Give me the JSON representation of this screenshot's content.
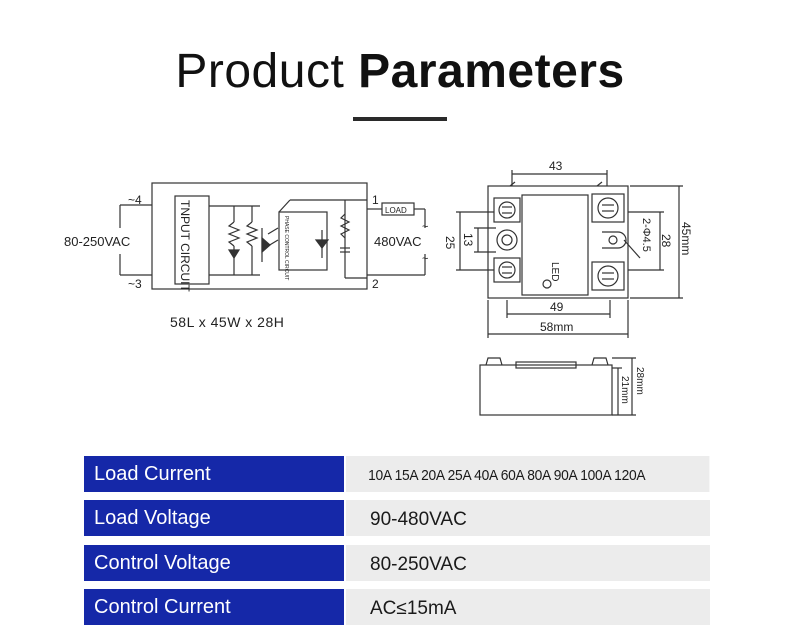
{
  "header": {
    "title_light": "Product",
    "title_bold": "Parameters"
  },
  "circuit": {
    "pin4": "~4",
    "pin3": "~3",
    "pin1": "1",
    "pin2": "2",
    "input_voltage": "80-250VAC",
    "output_voltage": "480VAC",
    "input_block": "TNPUT CIRCUIT",
    "phase_block": "PHASE CONTROL CIRCUIT",
    "load_box": "LOAD",
    "ac_mark_top": "~",
    "ac_mark_bottom": "~",
    "size_text": "58L x 45W x 28H"
  },
  "dimensions": {
    "top_width": "43",
    "inner_width": "49",
    "outer_width": "58mm",
    "height_left": "25",
    "inner_left": "13",
    "right_inner": "28",
    "right_outer": "45mm",
    "hole_spec": "2-Φ4.5",
    "led_label": "LED",
    "side_total": "28mm",
    "side_body": "21mm"
  },
  "params": [
    {
      "label": "Load Current",
      "value": "10A 15A 20A 25A 40A 60A 80A 90A 100A 120A"
    },
    {
      "label": "Load Voltage",
      "value": "90-480VAC"
    },
    {
      "label": "Control Voltage",
      "value": "80-250VAC"
    },
    {
      "label": "Control Current",
      "value": "AC≤15mA"
    }
  ],
  "colors": {
    "label_bg": "#1528a8",
    "value_bg": "#ececec",
    "line": "#333333"
  }
}
